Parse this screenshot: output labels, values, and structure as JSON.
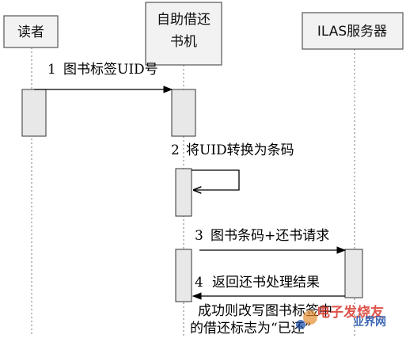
{
  "actors": [
    {
      "id": "reader",
      "label": "读者"
    },
    {
      "id": "kiosk",
      "label_line1": "自助借还",
      "label_line2": "书机"
    },
    {
      "id": "server",
      "label": "ILAS服务器"
    }
  ],
  "messages": [
    {
      "number": "1",
      "text": "图书标签UID号",
      "from": "reader",
      "to": "kiosk"
    },
    {
      "number": "2",
      "text": "将UID转换为条码",
      "from": "kiosk",
      "to": "kiosk"
    },
    {
      "number": "3",
      "text": "图书条码+还书请求",
      "from": "kiosk",
      "to": "server"
    },
    {
      "number": "4",
      "text": "返回还书处理结果",
      "from": "server",
      "to": "kiosk"
    }
  ],
  "note": {
    "line1": "成功则改写图书标签中",
    "line2": "的借还标志为“已还”"
  },
  "watermark": {
    "text1": "电子发烧友",
    "text2": "业界网",
    "colors": {
      "red": "#d9352a",
      "blue": "#1f4fa8",
      "orange": "#e58a2b"
    }
  }
}
